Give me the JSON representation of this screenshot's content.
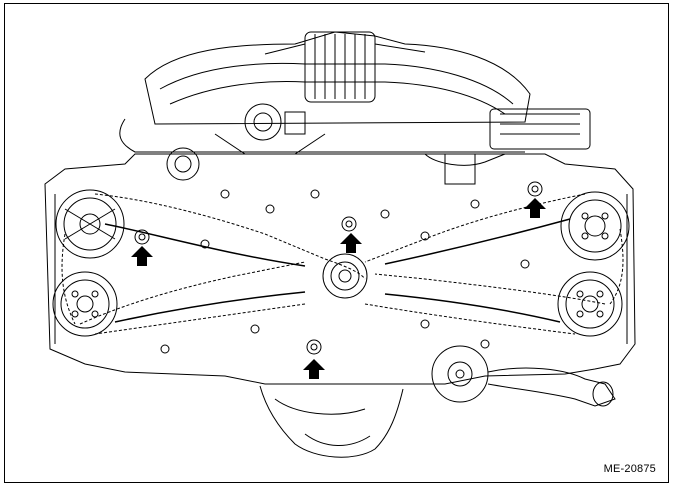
{
  "figure": {
    "reference_code": "ME-20875"
  },
  "callouts": [
    {
      "id": "arrow-left-bolt",
      "label": ""
    },
    {
      "id": "arrow-center-bolt",
      "label": ""
    },
    {
      "id": "arrow-right-bolt",
      "label": ""
    },
    {
      "id": "arrow-bottom-bolt",
      "label": ""
    }
  ],
  "colors": {
    "line": "#000000",
    "background": "#ffffff"
  }
}
